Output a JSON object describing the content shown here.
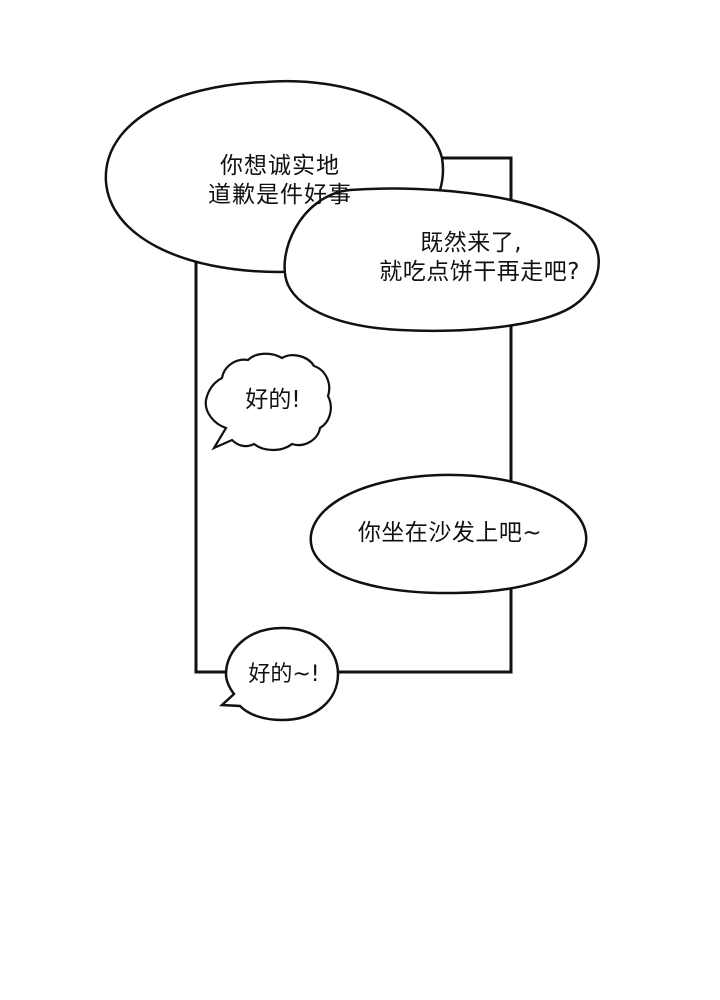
{
  "page": {
    "background_color": "#ffffff",
    "ink_color": "#111111"
  },
  "panel": {
    "border_color": "#111111"
  },
  "bubbles": [
    {
      "id": "bubble-apology",
      "lines": [
        "你想诚实地",
        "道歉是件好事"
      ]
    },
    {
      "id": "bubble-invite",
      "lines": [
        "既然来了,",
        "就吃点饼干再走吧?"
      ]
    },
    {
      "id": "bubble-okay-1",
      "lines": [
        "好的!"
      ]
    },
    {
      "id": "bubble-sofa",
      "lines": [
        "你坐在沙发上吧~"
      ]
    },
    {
      "id": "bubble-okay-2",
      "lines": [
        "好的~!"
      ]
    }
  ]
}
